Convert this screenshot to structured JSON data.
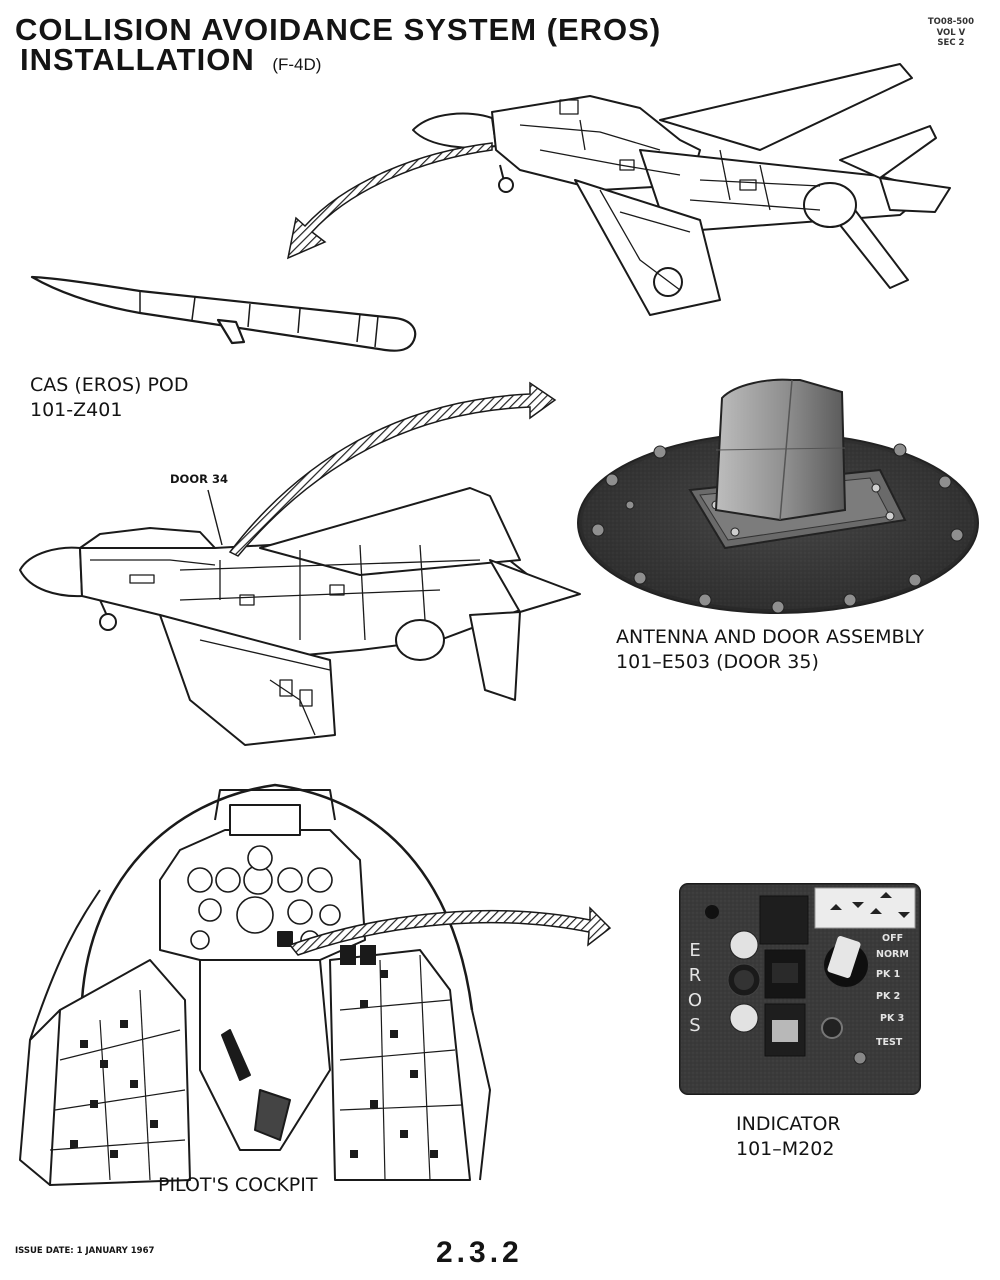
{
  "header": {
    "title_line1": "COLLISION AVOIDANCE SYSTEM (EROS)",
    "title_line2": "INSTALLATION",
    "title_suffix": "(F-4D)",
    "doc_ref": [
      "TO08-500",
      "VOL V",
      "SEC 2"
    ]
  },
  "labels": {
    "pod_name": "CAS (EROS) POD",
    "pod_number": "101-Z401",
    "door_callout": "DOOR 34",
    "antenna_name": "ANTENNA AND DOOR ASSEMBLY",
    "antenna_number": "101–E503 (DOOR 35)",
    "cockpit_name": "PILOT'S COCKPIT",
    "indicator_name": "INDICATOR",
    "indicator_number": "101–M202"
  },
  "indicator_panel": {
    "vertical_text": [
      "E",
      "R",
      "O",
      "S"
    ],
    "switch_positions": [
      "OFF",
      "NORM",
      "PK 1",
      "PK 2",
      "PK 3",
      "TEST"
    ]
  },
  "footer": {
    "issue_date": "ISSUE DATE: 1 JANUARY 1967",
    "page_number": "2.3.2"
  },
  "icons": [
    "aircraft-top-illustration",
    "pod-illustration",
    "aircraft-side-illustration",
    "antenna-photo",
    "cockpit-illustration",
    "indicator-photo",
    "curved-arrow-icon"
  ]
}
